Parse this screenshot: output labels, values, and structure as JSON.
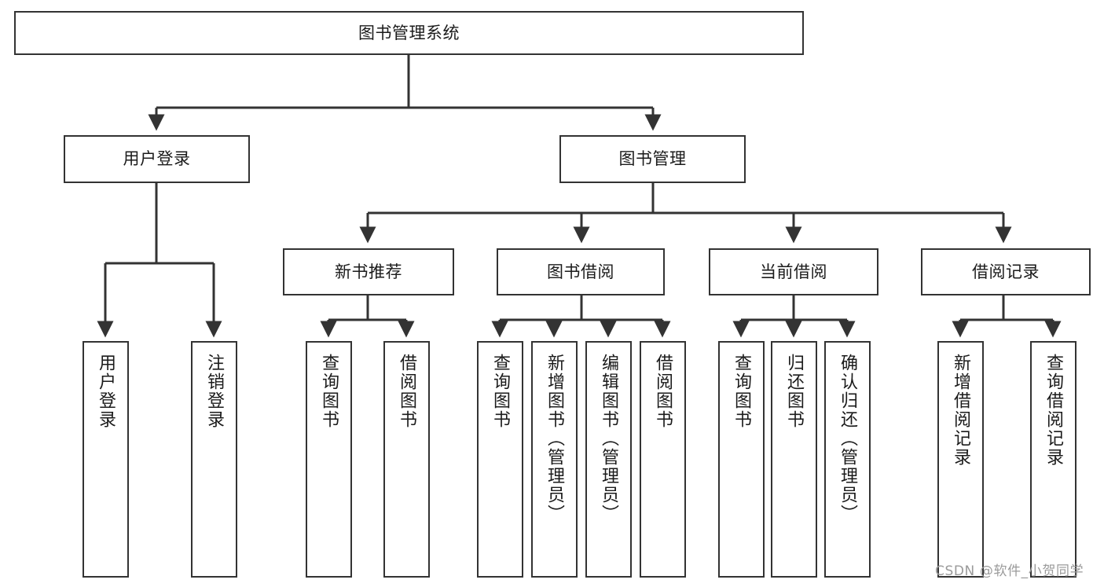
{
  "diagram": {
    "title": "图书管理系统",
    "type": "tree",
    "orientation": "top-down",
    "colors": {
      "box_border": "#333333",
      "box_fill": "#ffffff",
      "edge": "#333333",
      "text": "#1b1b1b",
      "watermark": "#9a9a9a",
      "background": "#ffffff"
    },
    "nodes": {
      "root": {
        "label": "图书管理系统"
      },
      "level2": [
        {
          "label": "用户登录"
        },
        {
          "label": "图书管理"
        }
      ],
      "level3": [
        {
          "label": "新书推荐"
        },
        {
          "label": "图书借阅"
        },
        {
          "label": "当前借阅"
        },
        {
          "label": "借阅记录"
        }
      ],
      "leaves": {
        "user_login": [
          {
            "label": "用户登录"
          },
          {
            "label": "注销登录"
          }
        ],
        "new_book_recommend": [
          {
            "label": "查询图书"
          },
          {
            "label": "借阅图书"
          }
        ],
        "book_borrow": [
          {
            "label": "查询图书"
          },
          {
            "label": "新增图书（管理员）"
          },
          {
            "label": "编辑图书（管理员）"
          },
          {
            "label": "借阅图书"
          }
        ],
        "current_borrow": [
          {
            "label": "查询图书"
          },
          {
            "label": "归还图书"
          },
          {
            "label": "确认归还（管理员）"
          }
        ],
        "borrow_records": [
          {
            "label": "新增借阅记录"
          },
          {
            "label": "查询借阅记录"
          }
        ]
      }
    },
    "watermark": "CSDN @软件_小贺同学"
  }
}
